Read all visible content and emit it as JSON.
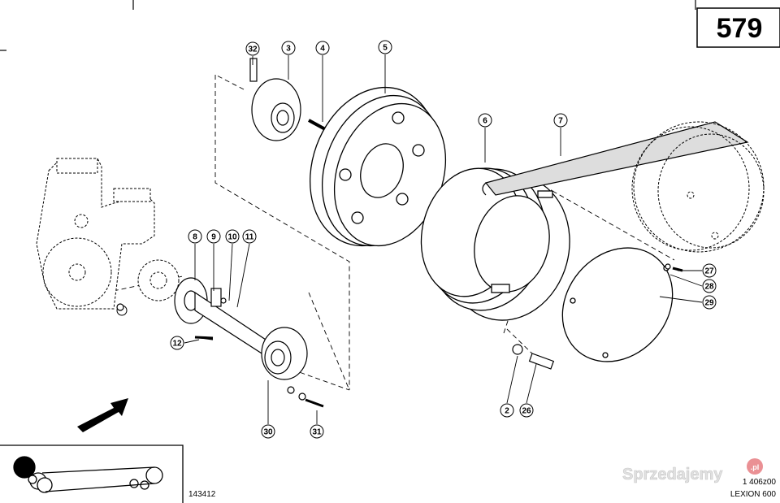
{
  "page_number": "579",
  "drawing_code": "143412",
  "drawing_ref": "1 406z00",
  "model": "LEXION 600",
  "watermark": "Sprzedajemy",
  "watermark_badge": ".pl",
  "callouts": [
    {
      "id": "c32",
      "number": "32"
    },
    {
      "id": "c3",
      "number": "3"
    },
    {
      "id": "c4",
      "number": "4"
    },
    {
      "id": "c5",
      "number": "5"
    },
    {
      "id": "c6",
      "number": "6"
    },
    {
      "id": "c7",
      "number": "7"
    },
    {
      "id": "c8",
      "number": "8"
    },
    {
      "id": "c9",
      "number": "9"
    },
    {
      "id": "c10",
      "number": "10"
    },
    {
      "id": "c11",
      "number": "11"
    },
    {
      "id": "c12",
      "number": "12"
    },
    {
      "id": "c27",
      "number": "27"
    },
    {
      "id": "c28",
      "number": "28"
    },
    {
      "id": "c29",
      "number": "29"
    },
    {
      "id": "c30",
      "number": "30"
    },
    {
      "id": "c31",
      "number": "31"
    },
    {
      "id": "c2",
      "number": "2"
    },
    {
      "id": "c26",
      "number": "26"
    }
  ]
}
